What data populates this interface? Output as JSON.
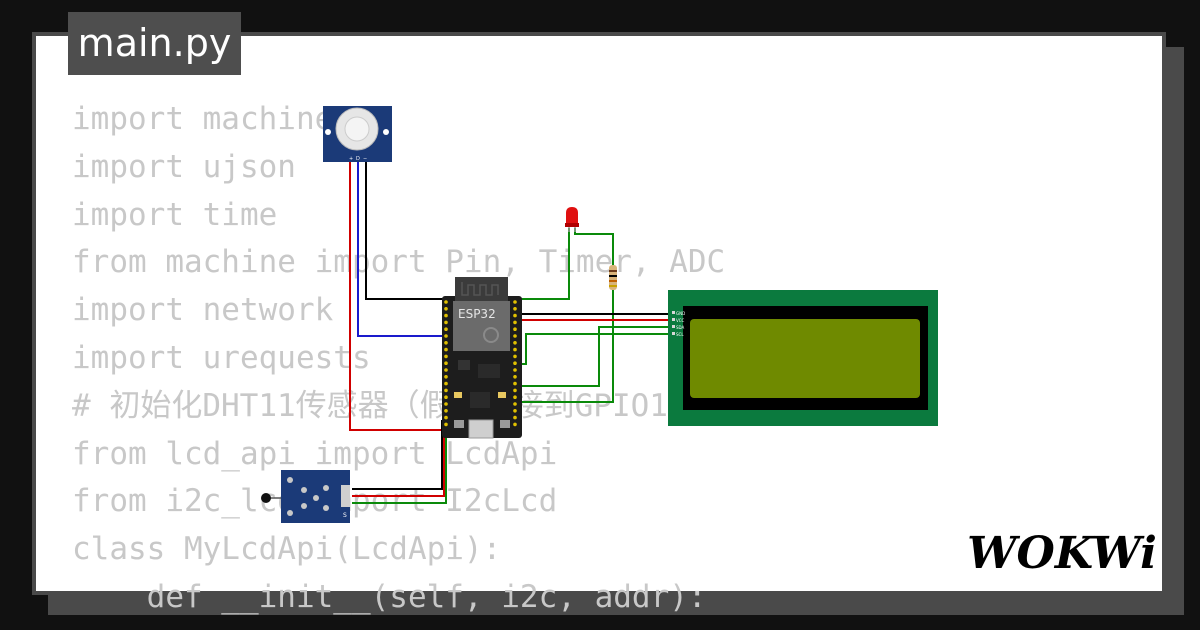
{
  "header": {
    "filename": "main.py"
  },
  "code_lines": [
    "import machine",
    "import ujson",
    "import time",
    "from machine import Pin, Timer, ADC",
    "import network",
    "import urequests",
    "# 初始化DHT11传感器（假设连接到GPIO14）",
    "from lcd_api import LcdApi",
    "from i2c_lcd import I2cLcd",
    "class MyLcdApi(LcdApi):",
    "    def __init__(self, i2c, addr):"
  ],
  "board": {
    "label": "ESP32"
  },
  "lcd": {
    "pin_labels": [
      "GND",
      "VCC",
      "SDA",
      "SCL"
    ]
  },
  "pir": {
    "pin_labels": [
      "+",
      "D",
      "−"
    ]
  },
  "ntc": {
    "pin_label": "S"
  },
  "brand": {
    "logo": "WOKWi"
  },
  "colors": {
    "lcd_board": "#0b7a3e",
    "lcd_screen": "#6f8a00",
    "esp_board": "#1d1d1d",
    "sensor_blue": "#1b3a78"
  }
}
